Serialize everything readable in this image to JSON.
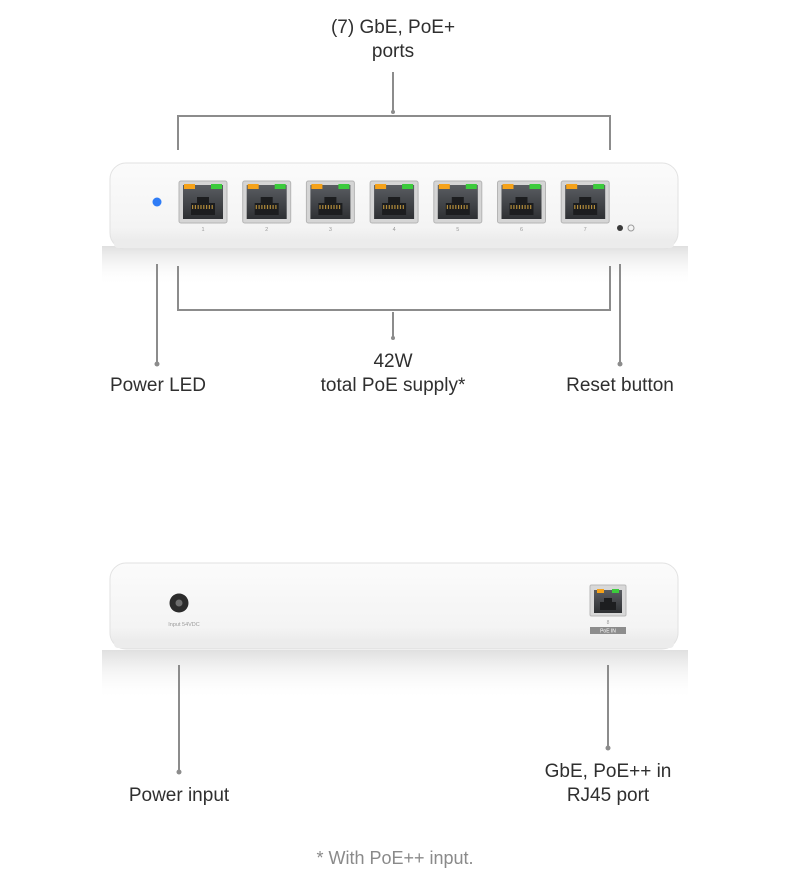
{
  "callouts": {
    "ports_top": {
      "line1": "(7) GbE, PoE+",
      "line2": "ports"
    },
    "poe_supply": {
      "line1": "42W",
      "line2": "total PoE supply*"
    },
    "power_led": "Power LED",
    "reset_button": "Reset button",
    "power_input": "Power input",
    "uplink_port": {
      "line1": "GbE, PoE++ in",
      "line2": "RJ45 port"
    }
  },
  "device_front": {
    "port_labels": [
      "1",
      "2",
      "3",
      "4",
      "5",
      "6",
      "7"
    ]
  },
  "device_back": {
    "input_label": "Input 54VDC",
    "port_label": "8",
    "port_badge": "PoE IN"
  },
  "footnote": "* With PoE++ input.",
  "colors": {
    "device_body": "#f7f7f7",
    "leader_line": "#8c8c8c",
    "power_led": "#2f7cf6",
    "port_led_orange": "#f5a21a",
    "port_led_green": "#3ccb3c"
  }
}
